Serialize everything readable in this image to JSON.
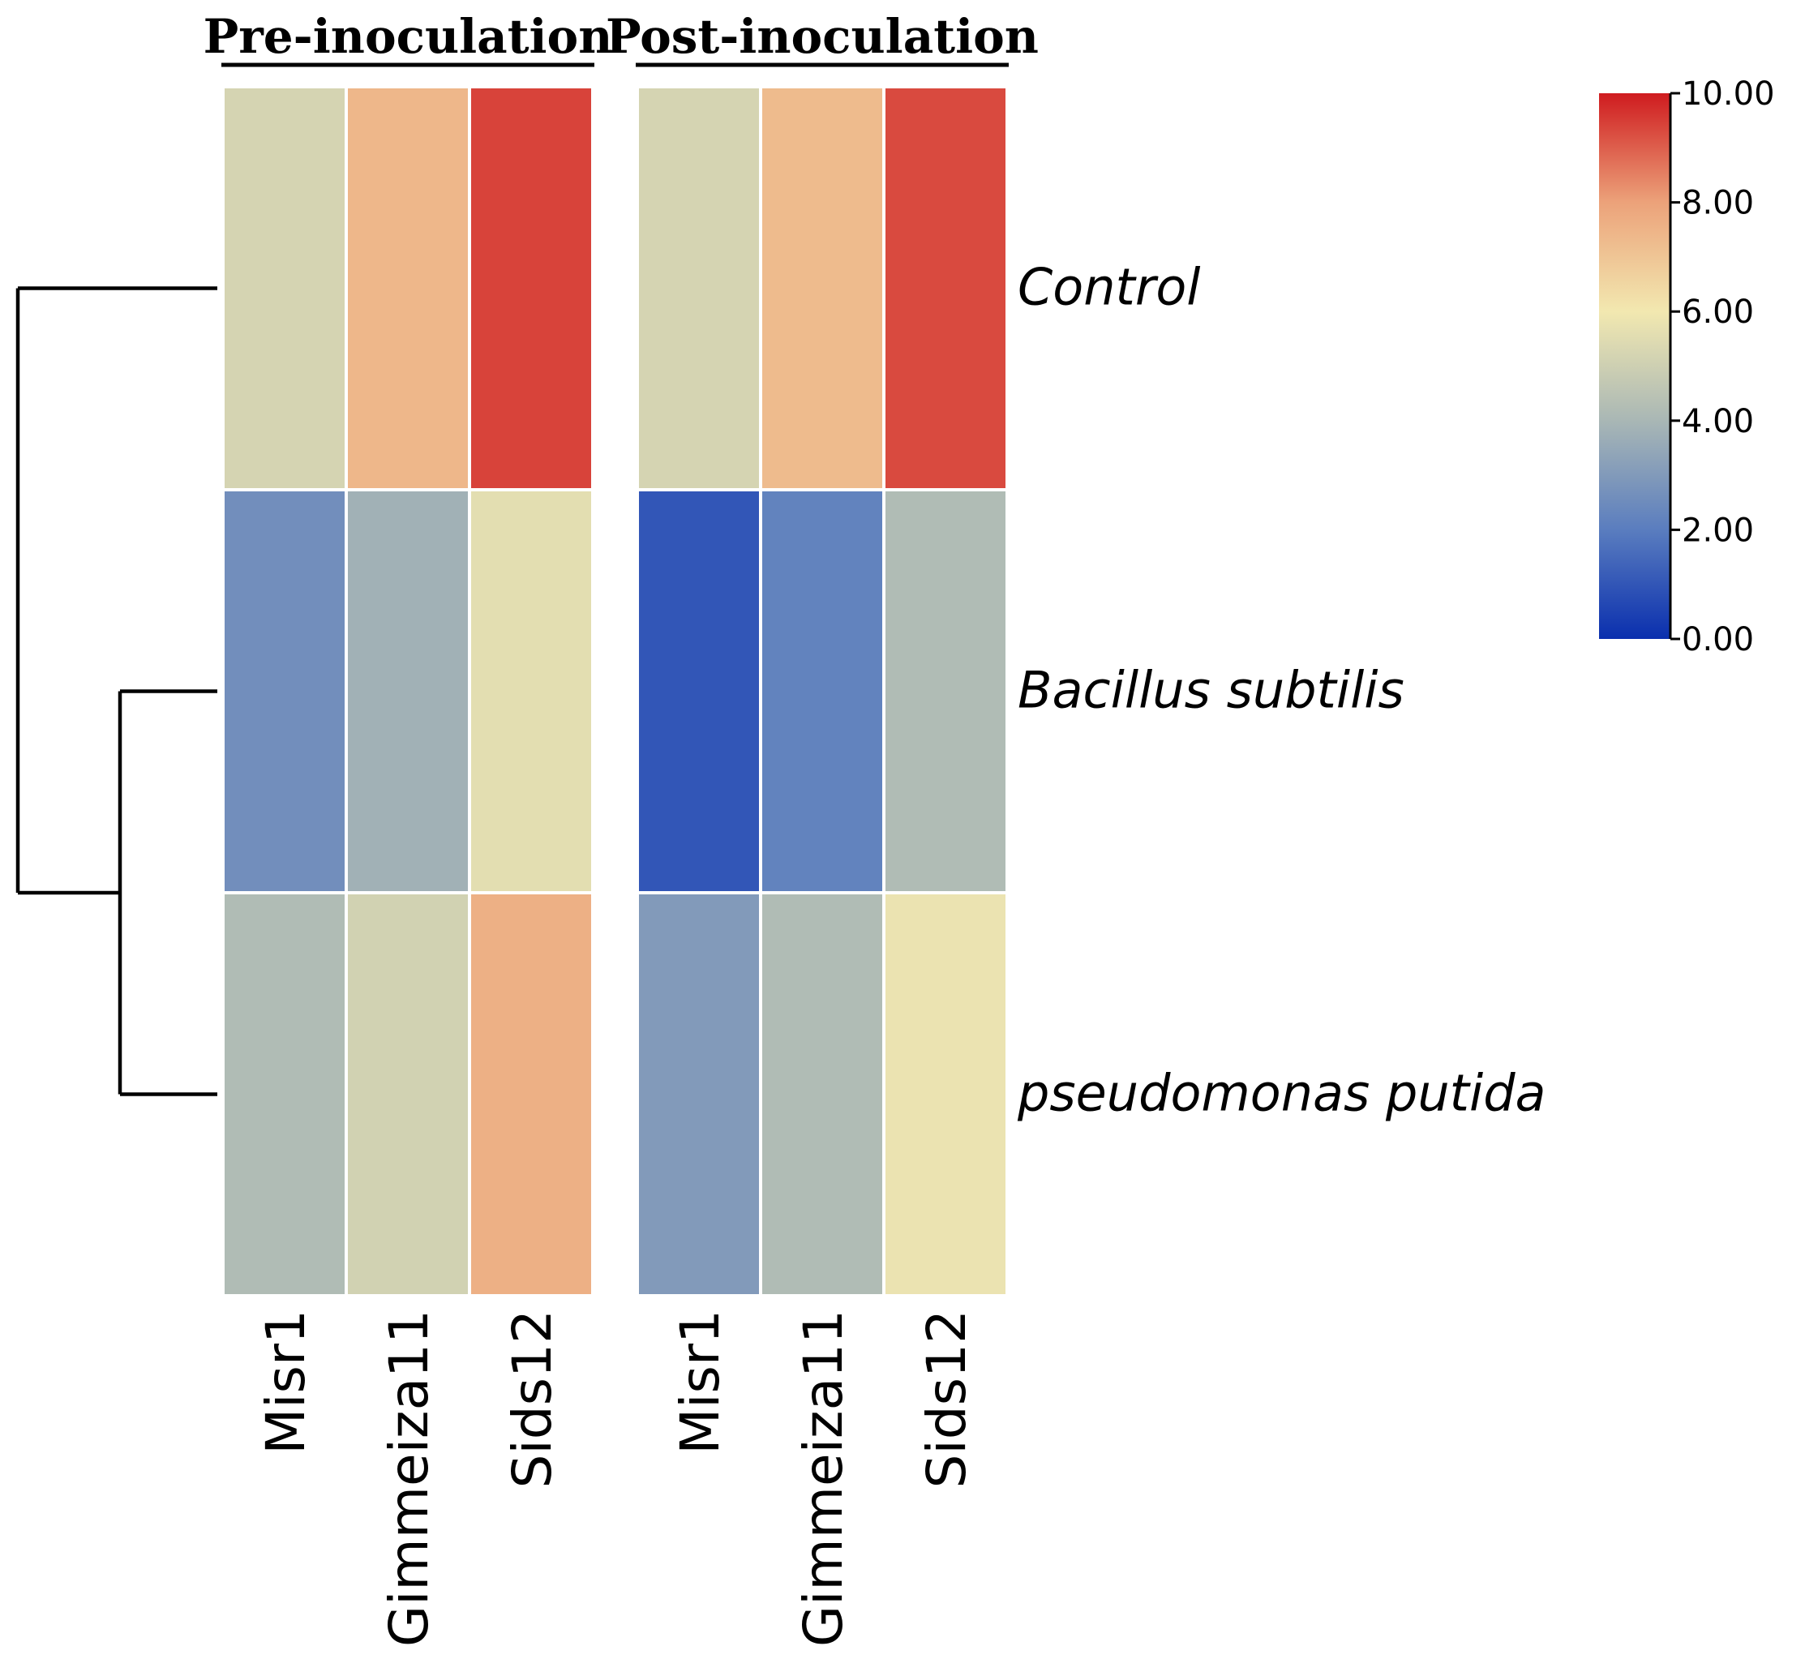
{
  "chart_data": {
    "type": "heatmap",
    "groups": [
      {
        "title": "Pre-inoculation",
        "columns": [
          "Misr1",
          "Gimmeiza11",
          "Sids12"
        ],
        "values": [
          [
            5.2,
            7.4,
            9.4
          ],
          [
            2.6,
            3.8,
            5.6
          ],
          [
            4.2,
            5.1,
            7.6
          ]
        ]
      },
      {
        "title": "Post-inoculation",
        "columns": [
          "Misr1",
          "Gimmeiza11",
          "Sids12"
        ],
        "values": [
          [
            5.2,
            7.3,
            9.3
          ],
          [
            1.0,
            2.2,
            4.2
          ],
          [
            3.0,
            4.2,
            5.8
          ]
        ]
      }
    ],
    "rows": [
      "Control",
      "Bacillus subtilis",
      "pseudomonas putida"
    ],
    "dendrogram": {
      "merges": [
        {
          "join": [
            "Bacillus subtilis",
            "pseudomonas putida"
          ]
        },
        {
          "join": [
            "Control",
            "Bacillus subtilis + pseudomonas putida"
          ]
        }
      ]
    },
    "color_scale": {
      "min": 0.0,
      "max": 10.0,
      "ticks": [
        "10.00",
        "8.00",
        "6.00",
        "4.00",
        "2.00",
        "0.00"
      ],
      "colors": [
        "#0a2fae",
        "#5a7dbf",
        "#a9b7b5",
        "#f2e8b0",
        "#eca27a",
        "#cf1b1f"
      ]
    }
  }
}
